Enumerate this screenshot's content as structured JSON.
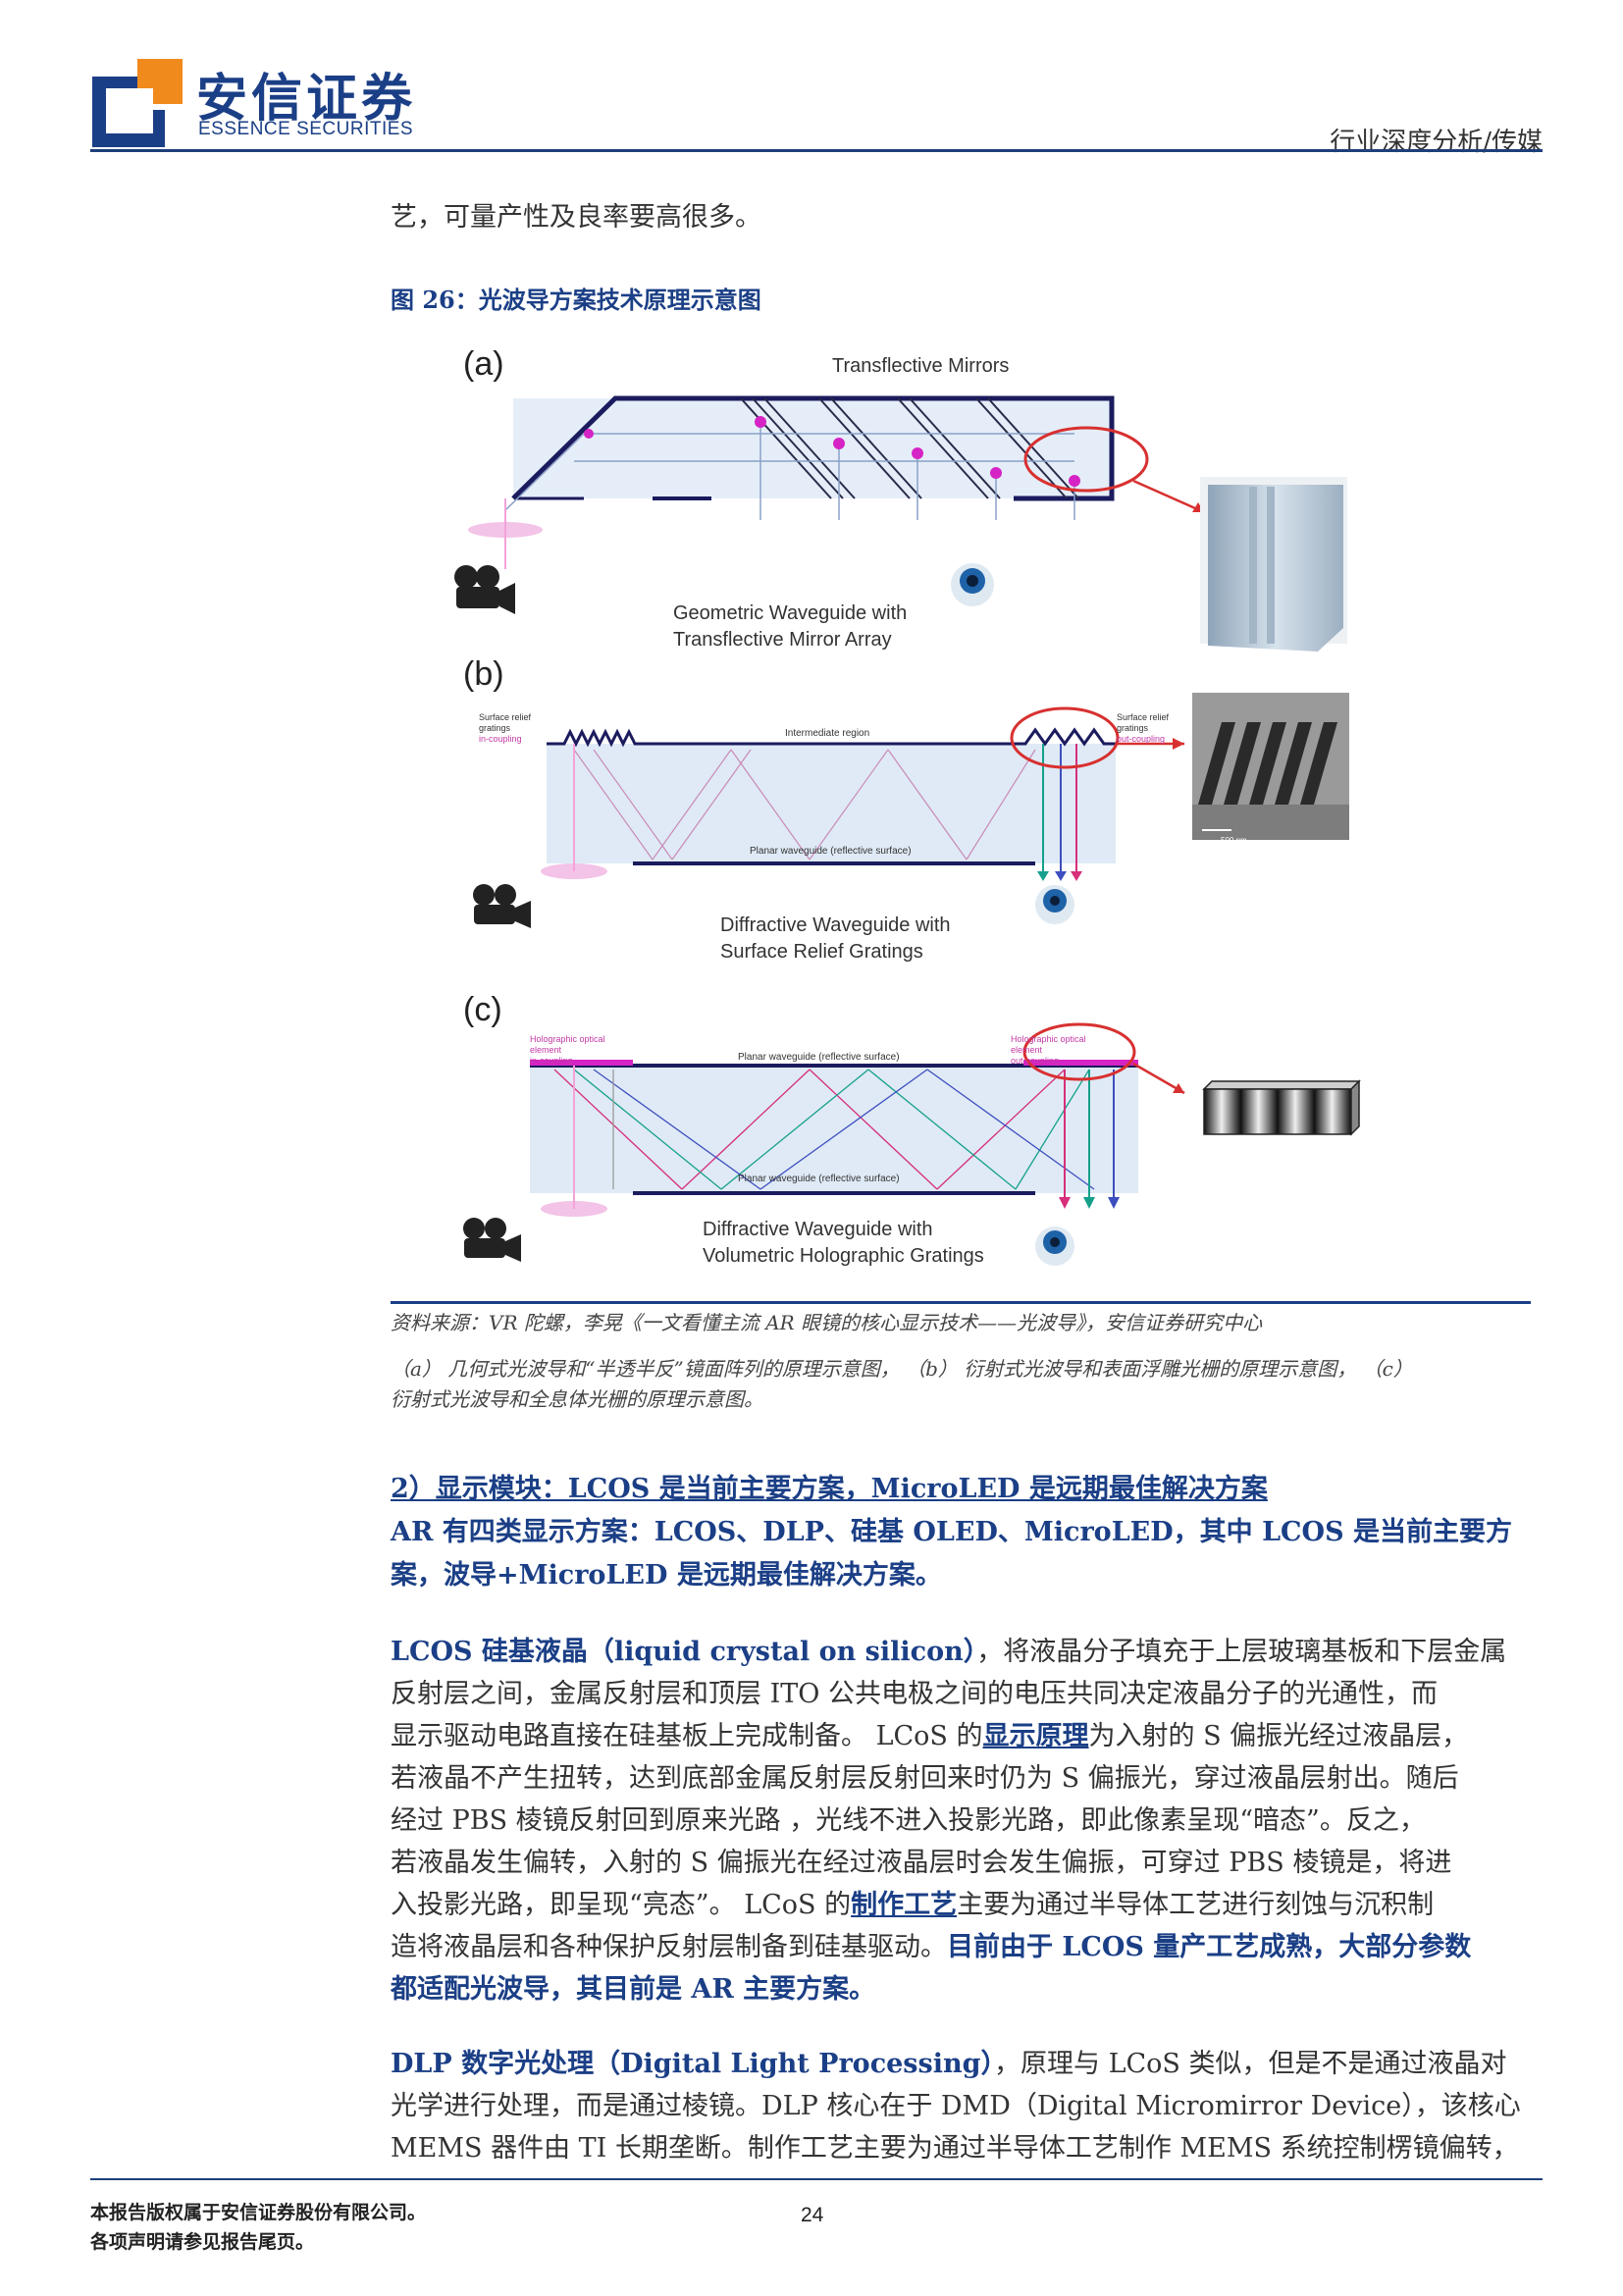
{
  "header": {
    "company_cn": "安信证券",
    "company_en": "ESSENCE SECURITIES",
    "section": "行业深度分析/传媒"
  },
  "intro_tail": "艺，可量产性及良率要高很多。",
  "figure": {
    "title": "图 26：光波导方案技术原理示意图",
    "panels": [
      {
        "tag": "(a)",
        "label_top": "Transflective Mirrors",
        "caption_l1": "Geometric Waveguide with",
        "caption_l2": "Transflective Mirror Array"
      },
      {
        "tag": "(b)",
        "label_left": "Surface relief gratings",
        "label_left2": "in-coupling",
        "label_mid": "Intermediate region",
        "label_right": "Surface relief gratings",
        "label_right2": "out-coupling",
        "label_bottom": "Planar waveguide (reflective surface)",
        "scale": "500 nm",
        "caption_l1": "Diffractive Waveguide with",
        "caption_l2": "Surface Relief Gratings"
      },
      {
        "tag": "(c)",
        "label_left": "Holographic optical element",
        "label_left2": "in-coupling",
        "label_mid": "Planar waveguide (reflective surface)",
        "label_right": "Holographic optical element",
        "label_right2": "out-coupling",
        "label_bottom": "Planar waveguide (reflective surface)",
        "caption_l1": "Diffractive Waveguide with",
        "caption_l2": "Volumetric Holographic Gratings"
      }
    ],
    "source": "资料来源：VR 陀螺，李晃《一文看懂主流 AR 眼镜的核心显示技术——光波导》，安信证券研究中心",
    "note_l1": "（a） 几何式光波导和“半透半反”镜面阵列的原理示意图， （b） 衍射式光波导和表面浮雕光栅的原理示意图， （c）",
    "note_l2": "衍射式光波导和全息体光栅的原理示意图。"
  },
  "section2": {
    "heading": "2）显示模块：LCOS 是当前主要方案，MicroLED 是远期最佳解决方案",
    "summary_l1": "AR 有四类显示方案：LCOS、DLP、硅基 OLED、MicroLED，其中 LCOS 是当前主要方",
    "summary_l2": "案，波导+MicroLED 是远期最佳解决方案。"
  },
  "lcos": {
    "l1_b": "LCOS 硅基液晶（liquid crystal on silicon）",
    "l1_r": "，将液晶分子填充于上层玻璃基板和下层金属",
    "l2": "反射层之间，金属反射层和顶层 ITO 公共电极之间的电压共同决定液晶分子的光通性，而",
    "l3_a": "显示驱动电路直接在硅基板上完成制备。 LCoS 的",
    "l3_b": "显示原理",
    "l3_c": "为入射的 S 偏振光经过液晶层，",
    "l4": "若液晶不产生扭转，达到底部金属反射层反射回来时仍为 S 偏振光，穿过液晶层射出。随后",
    "l5": "经过 PBS 棱镜反射回到原来光路 ，光线不进入投影光路，即此像素呈现“暗态”。反之，",
    "l6": "若液晶发生偏转，入射的 S 偏振光在经过液晶层时会发生偏振，可穿过 PBS 棱镜是，将进",
    "l7_a": "入投影光路，即呈现“亮态”。 LCoS 的",
    "l7_b": "制作工艺",
    "l7_c": "主要为通过半导体工艺进行刻蚀与沉积制",
    "l8_a": "造将液晶层和各种保护反射层制备到硅基驱动。",
    "l8_b": "目前由于 LCOS 量产工艺成熟，大部分参数",
    "l9": "都适配光波导，其目前是 AR 主要方案。"
  },
  "dlp": {
    "l1_b": "DLP 数字光处理（Digital Light Processing）",
    "l1_r": "，原理与 LCoS 类似，但是不是通过液晶对",
    "l2": "光学进行处理，而是通过棱镜。DLP 核心在于 DMD（Digital Micromirror Device），该核心",
    "l3": "MEMS 器件由 TI 长期垄断。制作工艺主要为通过半导体工艺制作 MEMS 系统控制楞镜偏转，"
  },
  "footer": {
    "line1": "本报告版权属于安信证券股份有限公司。",
    "line2": "各项声明请参见报告尾页。",
    "page": "24"
  }
}
